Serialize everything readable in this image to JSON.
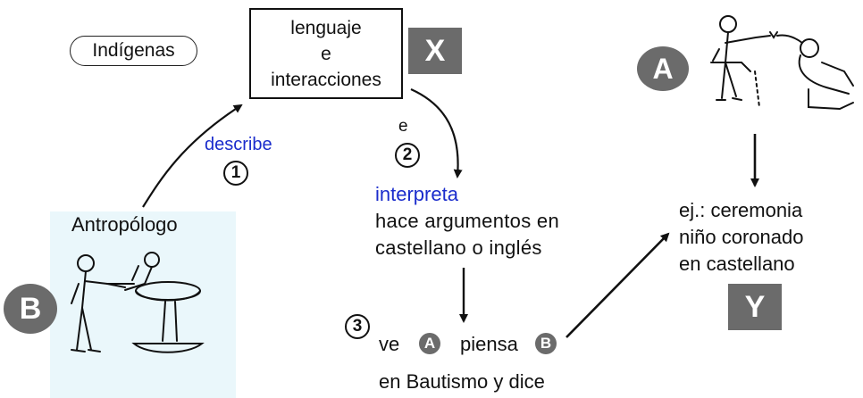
{
  "indigenas_label": "Indígenas",
  "lang_box": {
    "line1": "lenguaje",
    "line2": "e",
    "line3": "interacciones"
  },
  "badges": {
    "x": "X",
    "y": "Y",
    "a": "A",
    "b": "B"
  },
  "step1": {
    "number": "1",
    "label": "describe"
  },
  "step2": {
    "number": "2",
    "prefix": "e",
    "label": "interpreta",
    "line2": "hace argumentos en",
    "line3": "castellano o inglés"
  },
  "step3": {
    "number": "3",
    "ve": "ve",
    "piensa": "piensa",
    "line2": "en Bautismo y dice"
  },
  "antropologo_label": "Antropólogo",
  "ceremony": {
    "line1": "ej.: ceremonia",
    "line2": "niño coronado",
    "line3": "en castellano"
  },
  "colors": {
    "badge_gray": "#6b6b6b",
    "link_blue": "#1a2ccc",
    "anthro_bg": "#eaf7fb"
  }
}
